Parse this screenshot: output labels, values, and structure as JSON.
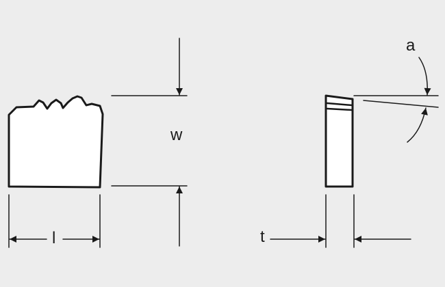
{
  "dimensions": {
    "width_label": "w",
    "length_label": "l",
    "thickness_label": "t",
    "angle_label": "a"
  }
}
